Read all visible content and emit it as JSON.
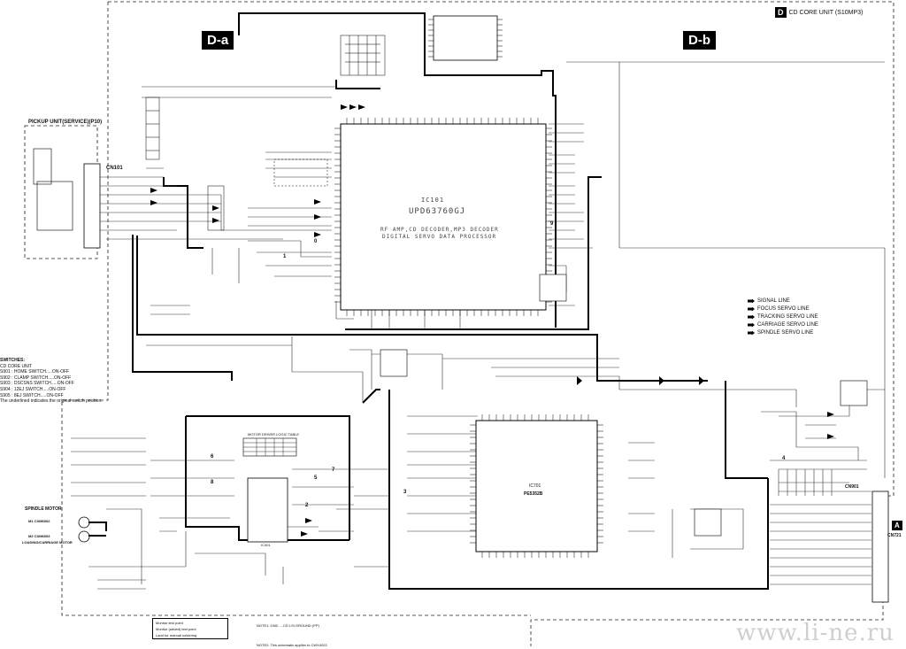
{
  "header": {
    "unit_code": "D",
    "unit_title": "CD CORE UNIT (S10MP3)"
  },
  "sections": {
    "left": "D-a",
    "right": "D-b"
  },
  "pickup": {
    "title": "PICKUP UNIT(SERVICE)(P10)",
    "connector": "CN101"
  },
  "ics": {
    "main": {
      "ref": "IC101",
      "part": "UPD63760GJ",
      "desc1": "RF AMP,CD DECODER,MP3 DECODER",
      "desc2": "DIGITAL SERVO DATA PROCESSOR"
    },
    "cpu": {
      "ref": "IC701",
      "part": "PE5352B"
    },
    "driver": {
      "ref": "IC301",
      "table_title": "MOTOR DRIVER LOGIC TABLE"
    }
  },
  "legend": [
    {
      "icon": "signal-arrow-icon",
      "label": "SIGNAL LINE"
    },
    {
      "icon": "focus-arrow-icon",
      "label": "FOCUS SERVO LINE"
    },
    {
      "icon": "tracking-arrow-icon",
      "label": "TRACKING SERVO LINE"
    },
    {
      "icon": "carriage-arrow-icon",
      "label": "CARRIAGE SERVO LINE"
    },
    {
      "icon": "spindle-arrow-icon",
      "label": "SPINDLE SERVO LINE"
    }
  ],
  "switches": {
    "title": "SWITCHES:",
    "unit": "CD CORE UNIT",
    "items": [
      "S901 : HOME SWITCH.....ON-OFF",
      "S902 : CLAMP SWITCH.....ON-OFF",
      "S903 : DSCSNS SWITCH.....ON-OFF",
      "S904 : 12EJ SWITCH.....ON-OFF",
      "S905 : 8EJ SWITCH.....ON-OFF"
    ],
    "note": "The underlined indicates the original switch position."
  },
  "motors": {
    "spindle": "SPINDLE MOTOR",
    "m1": "M1 CXM6002",
    "m2": "M2 CXM6003",
    "loading": "LOADING/CARRIAGE MOTOR"
  },
  "connectors": {
    "cn901": "CN901",
    "cn721": "CN721",
    "cn721_tag": "A"
  },
  "markers": [
    "1",
    "2",
    "3",
    "4",
    "5",
    "6",
    "7",
    "8",
    "9",
    "0"
  ],
  "notes": {
    "monitor1": "Monitor test point",
    "monitor2": "Monitor (added) test point",
    "solder": "Land for manual soldering",
    "note1": "NOTE1: GND ....CD LSI GROUND (PP)",
    "note2": "NOTE2: This schematic applies to CWX4022"
  },
  "watermark": "www.li-ne.ru"
}
